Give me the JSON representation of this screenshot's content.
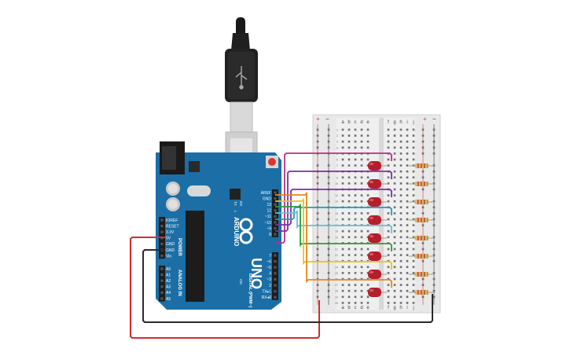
{
  "board": {
    "brand": "ARDUINO",
    "model": "UNO",
    "power_label": "POWER",
    "analog_label": "ANALOG IN",
    "digital_label": "DIGITAL (PWM~)",
    "power_pins": [
      "IOREF",
      "RESET",
      "3.3V",
      "5V",
      "GND",
      "GND",
      "Vin"
    ],
    "analog_pins": [
      "A0",
      "A1",
      "A2",
      "A3",
      "A4",
      "A5"
    ],
    "digital_top": [
      "AREF",
      "GND",
      "13",
      "12",
      "~11",
      "~10",
      "~9",
      "8"
    ],
    "digital_bottom": [
      "7",
      "~6",
      "~5",
      "4",
      "~3",
      "2",
      "TX▸1",
      "RX◂0"
    ],
    "small_labels": [
      "TX",
      "RX",
      "L",
      "ON"
    ]
  },
  "breadboard": {
    "cols_left": [
      "a",
      "b",
      "c",
      "d",
      "e"
    ],
    "cols_right": [
      "f",
      "g",
      "h",
      "i",
      "j"
    ],
    "plus": "+",
    "minus": "−",
    "row_numbers": [
      "1",
      "2",
      "3",
      "4",
      "5",
      "6",
      "7",
      "8",
      "9",
      "10",
      "11",
      "12",
      "13",
      "14",
      "15",
      "16",
      "17",
      "18",
      "19",
      "20",
      "21",
      "22",
      "23",
      "24",
      "25",
      "26",
      "27",
      "28",
      "29",
      "30"
    ]
  },
  "led_count": 8,
  "colors": {
    "board": "#1b6fa6",
    "breadboard": "#e8e8e8",
    "led": "#b3202b",
    "wire_red": "#d62b2b",
    "wire_black": "#2a2a2a",
    "wires_signal": [
      "#c02c8c",
      "#7c2fa8",
      "#7c2fa8",
      "#1e9bc4",
      "#5ec4d0",
      "#2e9b3c",
      "#e8c41c",
      "#e8861c"
    ]
  }
}
